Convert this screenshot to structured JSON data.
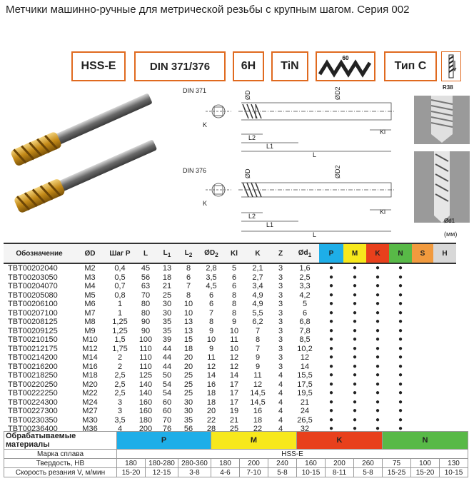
{
  "title": "Метчики машинно-ручные для метрической резьбы с крупным шагом. Серия 002",
  "badges": {
    "b1": "HSS-E",
    "b2": "DIN 371/376",
    "b3": "6H",
    "b4": "TiN",
    "b5_angle": "60",
    "b6": "Тип С",
    "r38": "R38"
  },
  "drawings": {
    "din1": "DIN 371",
    "din2": "DIN 376",
    "od": "ØD",
    "od2": "ØD2",
    "l1": "L1",
    "l2": "L2",
    "l": "L",
    "k": "K",
    "kl": "Kl",
    "od1": "Ød1",
    "mm": "(мм)"
  },
  "table": {
    "headers": {
      "code": "Обозначение",
      "d": "ØD",
      "p": "Шаг P",
      "l": "L",
      "l1": "L",
      "l1sub": "1",
      "l2": "L",
      "l2sub": "2",
      "d2": "ØD",
      "d2sub": "2",
      "kl": "Kl",
      "k": "K",
      "z": "Z",
      "d1": "Ød",
      "d1sub": "1",
      "P": "P",
      "M": "M",
      "K": "K",
      "N": "N",
      "S": "S",
      "H": "H"
    },
    "rows": [
      [
        "TBT00202040",
        "M2",
        "0,4",
        "45",
        "13",
        "8",
        "2,8",
        "5",
        "2,1",
        "3",
        "1,6"
      ],
      [
        "TBT00203050",
        "M3",
        "0,5",
        "56",
        "18",
        "6",
        "3,5",
        "6",
        "2,7",
        "3",
        "2,5"
      ],
      [
        "TBT00204070",
        "M4",
        "0,7",
        "63",
        "21",
        "7",
        "4,5",
        "6",
        "3,4",
        "3",
        "3,3"
      ],
      [
        "TBT00205080",
        "M5",
        "0,8",
        "70",
        "25",
        "8",
        "6",
        "8",
        "4,9",
        "3",
        "4,2"
      ],
      [
        "TBT00206100",
        "M6",
        "1",
        "80",
        "30",
        "10",
        "6",
        "8",
        "4,9",
        "3",
        "5"
      ],
      [
        "TBT00207100",
        "M7",
        "1",
        "80",
        "30",
        "10",
        "7",
        "8",
        "5,5",
        "3",
        "6"
      ],
      [
        "TBT00208125",
        "M8",
        "1,25",
        "90",
        "35",
        "13",
        "8",
        "9",
        "6,2",
        "3",
        "6,8"
      ],
      [
        "TBT00209125",
        "M9",
        "1,25",
        "90",
        "35",
        "13",
        "9",
        "10",
        "7",
        "3",
        "7,8"
      ],
      [
        "TBT00210150",
        "M10",
        "1,5",
        "100",
        "39",
        "15",
        "10",
        "11",
        "8",
        "3",
        "8,5"
      ],
      [
        "TBT00212175",
        "M12",
        "1,75",
        "110",
        "44",
        "18",
        "9",
        "10",
        "7",
        "3",
        "10,2"
      ],
      [
        "TBT00214200",
        "M14",
        "2",
        "110",
        "44",
        "20",
        "11",
        "12",
        "9",
        "3",
        "12"
      ],
      [
        "TBT00216200",
        "M16",
        "2",
        "110",
        "44",
        "20",
        "12",
        "12",
        "9",
        "3",
        "14"
      ],
      [
        "TBT00218250",
        "M18",
        "2,5",
        "125",
        "50",
        "25",
        "14",
        "14",
        "11",
        "4",
        "15,5"
      ],
      [
        "TBT00220250",
        "M20",
        "2,5",
        "140",
        "54",
        "25",
        "16",
        "17",
        "12",
        "4",
        "17,5"
      ],
      [
        "TBT00222250",
        "M22",
        "2,5",
        "140",
        "54",
        "25",
        "18",
        "17",
        "14,5",
        "4",
        "19,5"
      ],
      [
        "TBT00224300",
        "M24",
        "3",
        "160",
        "60",
        "30",
        "18",
        "17",
        "14,5",
        "4",
        "21"
      ],
      [
        "TBT00227300",
        "M27",
        "3",
        "160",
        "60",
        "30",
        "20",
        "19",
        "16",
        "4",
        "24"
      ],
      [
        "TBT00230350",
        "M30",
        "3,5",
        "180",
        "70",
        "35",
        "22",
        "21",
        "18",
        "4",
        "26,5"
      ],
      [
        "TBT00236400",
        "M36",
        "4",
        "200",
        "76",
        "56",
        "28",
        "25",
        "22",
        "4",
        "32"
      ]
    ],
    "dots": [
      [
        1,
        1,
        1,
        1
      ],
      [
        1,
        1,
        1,
        1
      ],
      [
        1,
        1,
        1,
        1
      ],
      [
        1,
        1,
        1,
        1
      ],
      [
        1,
        1,
        1,
        1
      ],
      [
        1,
        1,
        1,
        1
      ],
      [
        1,
        1,
        1,
        1
      ],
      [
        1,
        1,
        1,
        1
      ],
      [
        1,
        1,
        1,
        1
      ],
      [
        1,
        1,
        1,
        1
      ],
      [
        1,
        1,
        1,
        1
      ],
      [
        1,
        1,
        1,
        1
      ],
      [
        1,
        1,
        1,
        1
      ],
      [
        1,
        1,
        1,
        1
      ],
      [
        1,
        1,
        1,
        1
      ],
      [
        1,
        1,
        1,
        1
      ],
      [
        1,
        1,
        1,
        1
      ],
      [
        1,
        1,
        1,
        1
      ],
      [
        1,
        1,
        1,
        1
      ]
    ],
    "dot_glyph": "●"
  },
  "materials": {
    "header": "Обрабатываемые материалы",
    "groups": {
      "P": "P",
      "M": "M",
      "K": "K",
      "N": "N"
    },
    "alloy_label": "Марка сплава",
    "alloy_value": "HSS-E",
    "hardness_label": "Твердость, HB",
    "hardness": [
      "180",
      "180-280",
      "280-360",
      "180",
      "200",
      "240",
      "160",
      "200",
      "260",
      "75",
      "100",
      "130"
    ],
    "speed_label": "Скорость резания V, м/мин",
    "speed": [
      "15-20",
      "12-15",
      "3-8",
      "4-6",
      "7-10",
      "5-8",
      "10-15",
      "8-11",
      "5-8",
      "15-25",
      "15-20",
      "10-15"
    ]
  },
  "colors": {
    "P": "#1eaee8",
    "M": "#f7e81c",
    "K": "#e8401c",
    "N": "#58b947",
    "S": "#f19a3e",
    "H": "#d8d8d8",
    "badge_border": "#e06a1f"
  }
}
